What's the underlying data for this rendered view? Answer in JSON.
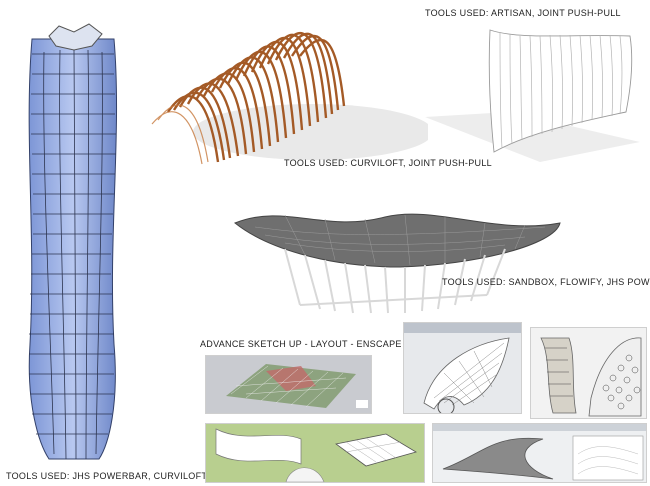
{
  "captions": {
    "artisan": "TOOLS USED: ARTISAN, JOINT PUSH-PULL",
    "curviloft": "TOOLS USED: CURVILOFT, JOINT PUSH-PULL",
    "sandbox": "TOOLS USED: SANDBOX, FLOWIFY, JHS POWERBAR",
    "workshop": "ADVANCE SKETCH UP - LAYOUT - ENSCAPE WORKSHOP",
    "tower": "TOOLS USED: JHS POWERBAR, CURVILOFT"
  },
  "colors": {
    "tower": "#8fa7e0",
    "wood": "#a45a26",
    "canopy": "#6f6f6f"
  }
}
